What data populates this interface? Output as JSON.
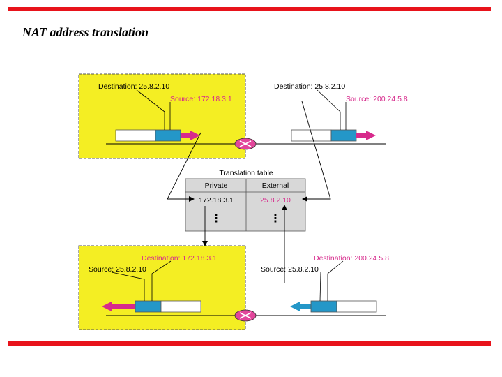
{
  "page": {
    "title": "NAT address translation"
  },
  "colors": {
    "accent_bar": "#e8131b",
    "private_site": "#f4ee23",
    "packet_header": "#2497c8",
    "highlight": "#d72a8c",
    "table_fill": "#d8d8d8",
    "router": "#e2469b"
  },
  "diagram": {
    "top_left": {
      "destination": "Destination: 25.8.2.10",
      "source": "Source: 172.18.3.1"
    },
    "top_right": {
      "destination": "Destination: 25.8.2.10",
      "source": "Source: 200.24.5.8"
    },
    "bottom_left": {
      "destination": "Destination: 172.18.3.1",
      "source": "Source: 25.8.2.10"
    },
    "bottom_right": {
      "destination": "Destination: 200.24.5.8",
      "source": "Source: 25.8.2.10"
    },
    "table": {
      "title": "Translation table",
      "headers": [
        "Private",
        "External"
      ],
      "row": [
        "172.18.3.1",
        "25.8.2.10"
      ],
      "ellipsis": "⋮"
    }
  }
}
